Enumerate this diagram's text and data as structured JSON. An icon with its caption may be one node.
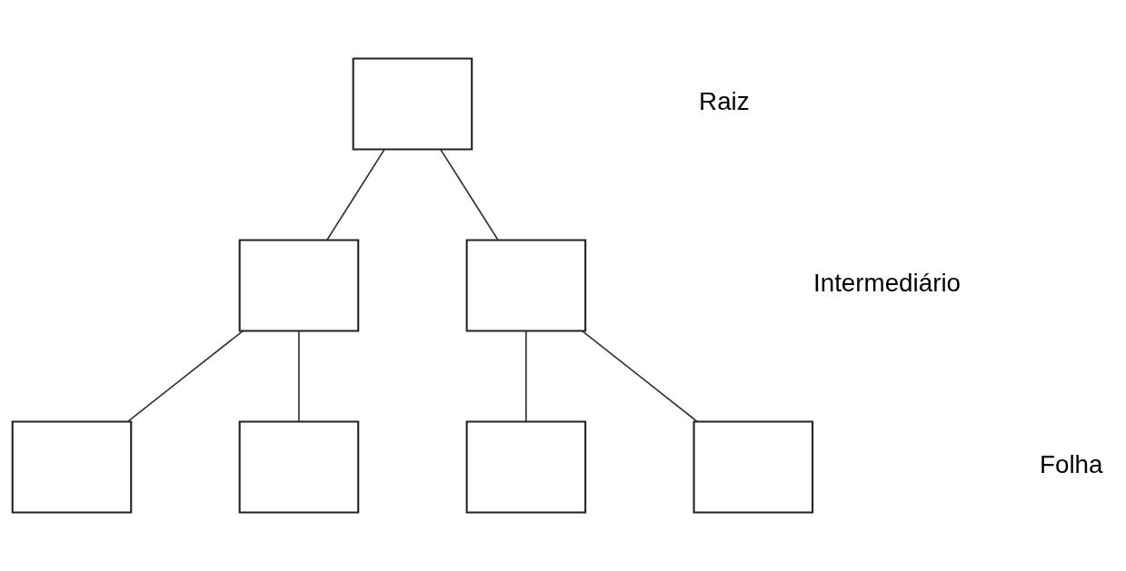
{
  "diagram": {
    "nodes": [
      {
        "text": [],
        "shape": "box"
      },
      {
        "text": [],
        "shape": "box"
      },
      {
        "text": [],
        "shape": "box"
      },
      {
        "text": [],
        "shape": "box"
      },
      {
        "text": [],
        "shape": "box"
      },
      {
        "text": [],
        "shape": "box"
      },
      {
        "text": [],
        "shape": "box"
      }
    ],
    "edges": [
      {
        "from": 0,
        "to": 1,
        "arrow": "none"
      },
      {
        "from": 0,
        "to": 2,
        "arrow": "none"
      },
      {
        "from": 1,
        "to": 3,
        "arrow": "none"
      },
      {
        "from": 1,
        "to": 4,
        "arrow": "none"
      },
      {
        "from": 2,
        "to": 5,
        "arrow": "none"
      },
      {
        "from": 2,
        "to": 6,
        "arrow": "none"
      }
    ],
    "labels": [
      "Raiz",
      "Intermediário",
      "Folha"
    ]
  }
}
